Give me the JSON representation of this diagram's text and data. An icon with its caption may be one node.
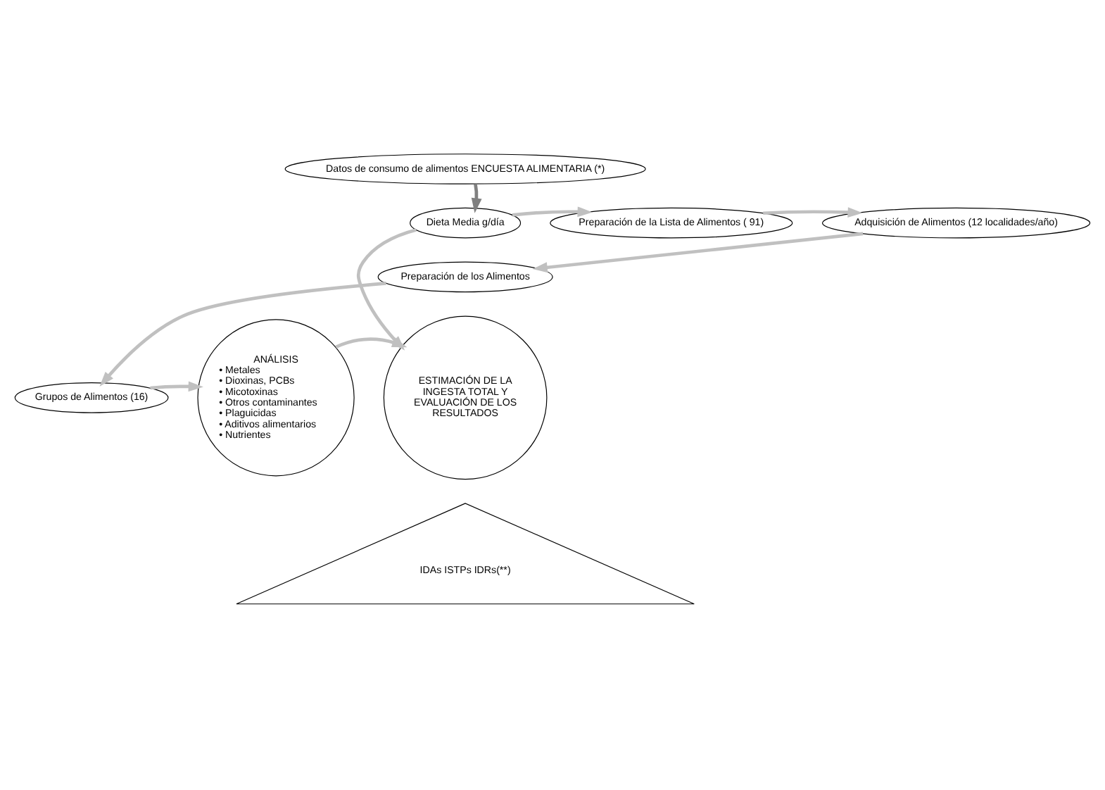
{
  "diagram": {
    "nodes": [
      {
        "text": [
          "Datos de consumo de alimentos ENCUESTA ALIMENTARIA (*)"
        ]
      },
      {
        "text": [
          "Dieta Media g/día"
        ]
      },
      {
        "text": [
          "Preparación de la Lista de Alimentos ( 91)"
        ]
      },
      {
        "text": [
          "Adquisición de Alimentos (12 localidades/año)"
        ]
      },
      {
        "text": [
          "Preparación de los Alimentos"
        ]
      },
      {
        "text": [
          "Grupos de Alimentos (16)"
        ]
      },
      {
        "text": [
          "ANÁLISIS",
          "• Metales",
          "• Dioxinas, PCBs",
          "• Micotoxinas",
          "• Otros contaminantes",
          "• Plaguicidas",
          "• Aditivos alimentarios",
          "• Nutrientes"
        ]
      },
      {
        "text": [
          "ESTIMACIÓN DE LA INGESTA TOTAL Y EVALUACIÓN DE LOS RESULTADOS"
        ]
      },
      {
        "text": [
          "IDAs ISTPs IDRs(**)"
        ]
      }
    ],
    "edges": [
      {
        "from": 0,
        "to": 1,
        "arrow": "to",
        "color": "#808080"
      },
      {
        "from": 1,
        "to": 2,
        "arrow": "to"
      },
      {
        "from": 2,
        "to": 3,
        "arrow": "to"
      },
      {
        "from": 3,
        "to": 4,
        "arrow": "to"
      },
      {
        "from": 4,
        "to": 5,
        "arrow": "to"
      },
      {
        "from": 5,
        "to": 6,
        "arrow": "to"
      },
      {
        "from": 6,
        "to": 7,
        "arrow": "to"
      },
      {
        "from": 1,
        "to": 7,
        "arrow": "to"
      }
    ]
  }
}
